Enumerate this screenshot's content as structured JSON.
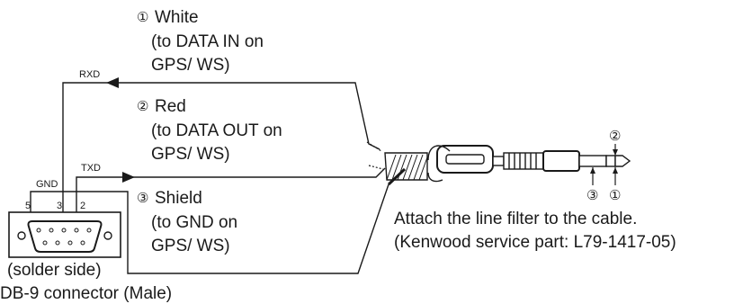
{
  "wires": {
    "white": {
      "number": "①",
      "name": "White",
      "line1": "(to DATA IN on",
      "line2": "GPS/ WS)"
    },
    "red": {
      "number": "②",
      "name": "Red",
      "line1": "(to DATA OUT on",
      "line2": "GPS/ WS)"
    },
    "shield": {
      "number": "③",
      "name": "Shield",
      "line1": "(to GND on",
      "line2": "GPS/ WS)"
    }
  },
  "signals": {
    "rxd": "RXD",
    "txd": "TXD",
    "gnd": "GND"
  },
  "connector": {
    "pins": {
      "p5": "5",
      "p3": "3",
      "p2": "2"
    },
    "side": "(solder side)",
    "name": "DB-9 connector (Male)"
  },
  "plug": {
    "tip_num": "②",
    "ring_num": "③",
    "sleeve_num": "①"
  },
  "note": {
    "line1": "Attach the line filter to the cable.",
    "line2": "(Kenwood service part: L79-1417-05)"
  }
}
